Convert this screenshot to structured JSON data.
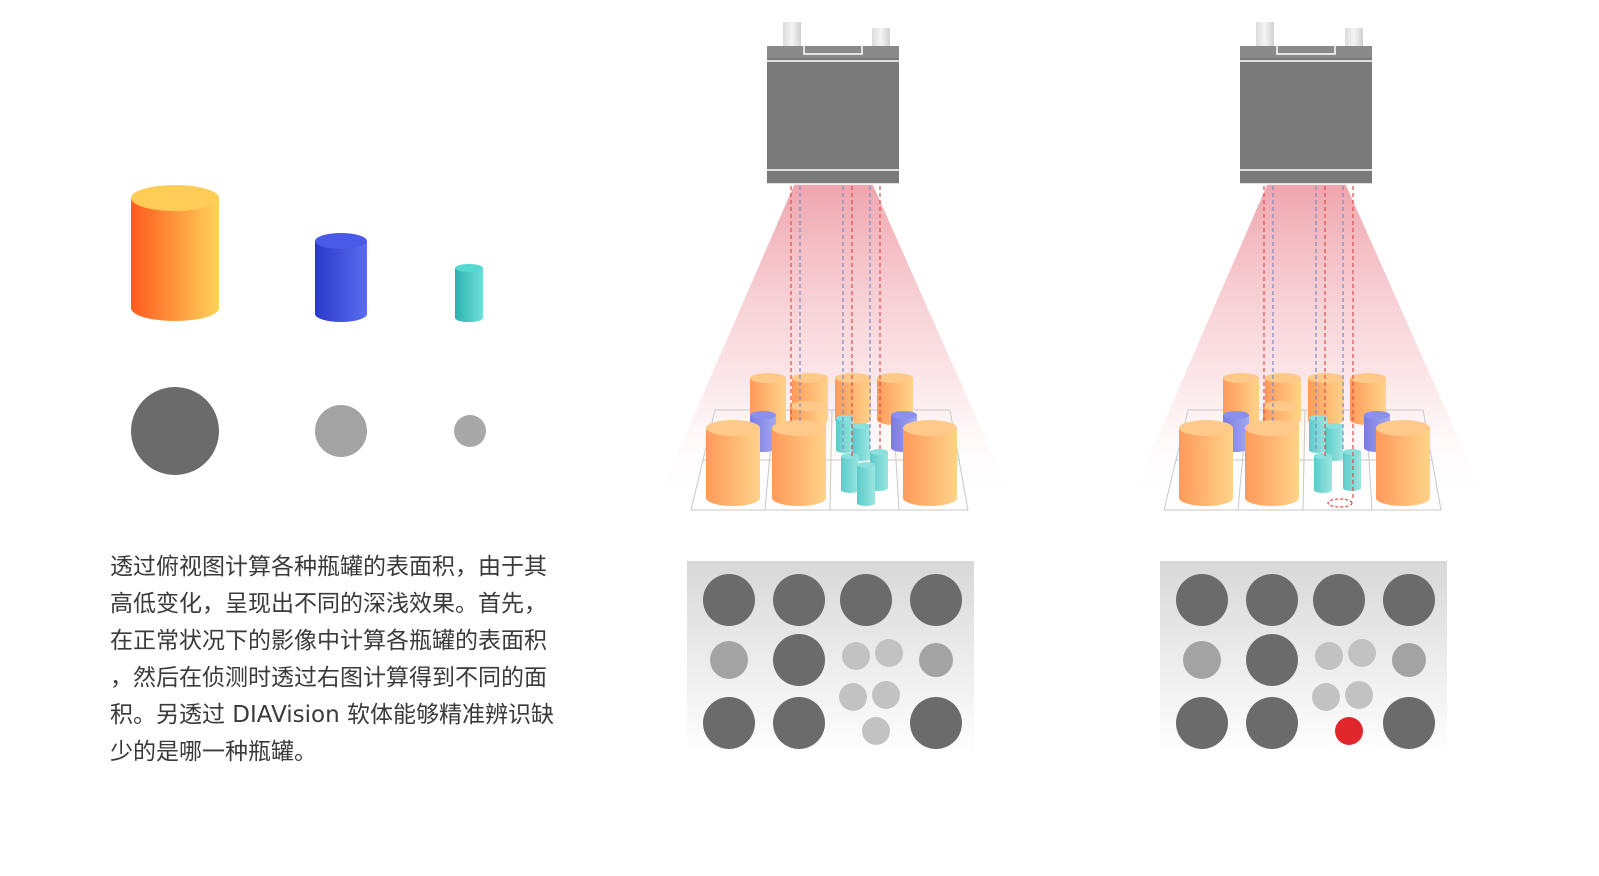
{
  "description_lines": [
    "透过俯视图计算各种瓶罐的表面积，由于其",
    "高低变化，呈现出不同的深浅效果。首先，",
    "在正常状况下的影像中计算各瓶罐的表面积",
    "，然后在侦测时透过右图计算得到不同的面",
    "积。另透过 DIAVision 软体能够精准辨识缺",
    "少的是哪一种瓶罐。"
  ],
  "colors": {
    "tall_container": "#ff8c3a",
    "medium_container": "#3a4fd8",
    "short_container": "#3cc4c4",
    "camera_body": "#7a7a7a",
    "light_beam": "#e86a7a",
    "top_view_dark": "#6b6b6b",
    "top_view_medium": "#a3a3a3",
    "top_view_light": "#c2c2c2",
    "missing_marker": "#e0282c",
    "ray_out": "#e04a4a",
    "ray_return": "#7a8ac8"
  },
  "legend": [
    {
      "name": "tall-container",
      "top_view_shade": "dark"
    },
    {
      "name": "medium-container",
      "top_view_shade": "medium"
    },
    {
      "name": "short-container",
      "top_view_shade": "light"
    }
  ],
  "normal_top_view": [
    [
      "dark",
      "dark",
      "dark",
      "dark"
    ],
    [
      "medium",
      "dark",
      "light",
      "light",
      "medium"
    ],
    [
      "light",
      "light"
    ],
    [
      "dark",
      "dark",
      "light",
      "dark"
    ]
  ],
  "defect_top_view": [
    [
      "dark",
      "dark",
      "dark",
      "dark"
    ],
    [
      "medium",
      "dark",
      "light",
      "light",
      "medium"
    ],
    [
      "light",
      "light"
    ],
    [
      "dark",
      "dark",
      "missing",
      "dark"
    ]
  ]
}
